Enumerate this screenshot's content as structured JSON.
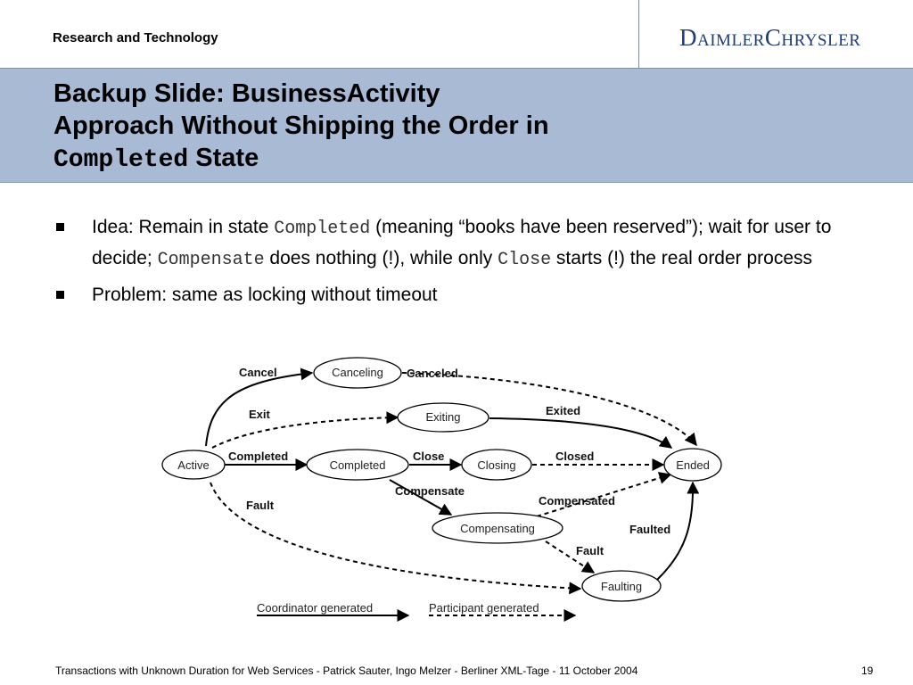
{
  "header": {
    "department": "Research and Technology",
    "logo": "DaimlerChrysler",
    "logo_parts": [
      "D",
      "AIMLER",
      "C",
      "HRYSLER"
    ]
  },
  "title": {
    "line1": "Backup Slide: BusinessActivity",
    "line2": "Approach Without Shipping the Order in",
    "line3_code": "Completed",
    "line3_text": "State"
  },
  "bullets": [
    {
      "parts": [
        "Idea: Remain in state ",
        "Completed",
        " (meaning “books have been reserved”); wait for user to decide; ",
        "Compensate",
        " does nothing (!), while only ",
        "Close",
        " starts (!) the real order process"
      ]
    },
    {
      "text": "Problem: same as locking without timeout"
    }
  ],
  "diagram": {
    "states": {
      "active": "Active",
      "canceling": "Canceling",
      "exiting": "Exiting",
      "completed": "Completed",
      "closing": "Closing",
      "ended": "Ended",
      "compensating": "Compensating",
      "faulting": "Faulting"
    },
    "transitions": {
      "cancel": "Cancel",
      "canceled": "Canceled",
      "exit": "Exit",
      "exited": "Exited",
      "completed": "Completed",
      "close": "Close",
      "closed": "Closed",
      "compensate": "Compensate",
      "compensated": "Compensated",
      "fault_active": "Fault",
      "fault_compensating": "Fault",
      "faulted": "Faulted"
    },
    "legend": {
      "coordinator": "Coordinator generated",
      "participant": "Participant generated"
    }
  },
  "footer": {
    "text": "Transactions with Unknown Duration for Web Services - Patrick Sauter, Ingo Melzer - Berliner XML-Tage - 11 October 2004",
    "page": "19"
  }
}
